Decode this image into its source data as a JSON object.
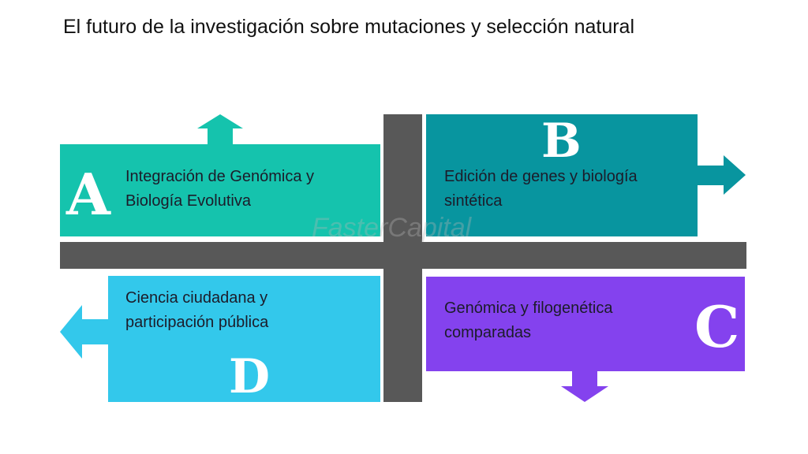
{
  "title": "El futuro de la investigación sobre mutaciones y selección natural",
  "watermark": "FasterCapital",
  "colors": {
    "a": "#15c3ad",
    "b": "#08959f",
    "c": "#8442ee",
    "d": "#33c8eb",
    "bar": "#585858"
  },
  "quadrants": [
    {
      "letter": "A",
      "line1": "Integración de Genómica y",
      "line2": "Biología Evolutiva",
      "arrow": "up"
    },
    {
      "letter": "B",
      "line1": "Edición de genes y biología",
      "line2": "sintética",
      "arrow": "right"
    },
    {
      "letter": "C",
      "line1": "Genómica y filogenética",
      "line2": "comparadas",
      "arrow": "down"
    },
    {
      "letter": "D",
      "line1": "Ciencia ciudadana y",
      "line2": "participación pública",
      "arrow": "left"
    }
  ]
}
